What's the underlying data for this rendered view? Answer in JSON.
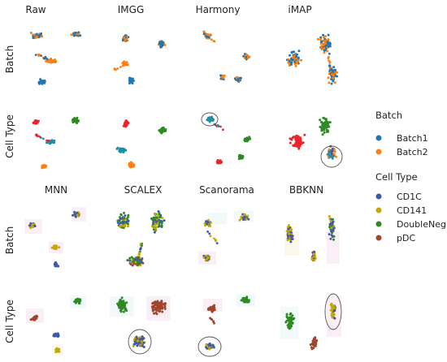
{
  "chart_data": {
    "type": "scatter",
    "row_labels": [
      "Batch",
      "Cell Type",
      "Batch",
      "Cell Type"
    ],
    "method_titles": [
      "Raw",
      "IMGG",
      "Harmony",
      "iMAP",
      "MNN",
      "SCALEX",
      "Scanorama",
      "BBKNN"
    ],
    "legends": [
      {
        "title": "Batch",
        "entries": [
          {
            "label": "Batch1",
            "color": "#1f77b4"
          },
          {
            "label": "Batch2",
            "color": "#ff7f0e"
          }
        ]
      },
      {
        "title": "Cell Type",
        "entries": [
          {
            "label": "CD1C",
            "color": "#3e5ba9"
          },
          {
            "label": "CD141",
            "color": "#c8a800"
          },
          {
            "label": "DoubleNeg",
            "color": "#2e8b22"
          },
          {
            "label": "pDC",
            "color": "#a0442c"
          }
        ]
      }
    ],
    "colors": {
      "batch1": "#1f77b4",
      "batch2": "#ff7f0e",
      "cd1c": "#3e5ba9",
      "cd141": "#c8a800",
      "doubleneg": "#2e8b22",
      "pdc": "#a0442c",
      "red_cluster": "#e8262b",
      "teal_cluster": "#1a8fa8",
      "highlight_circle": "#555555"
    }
  }
}
